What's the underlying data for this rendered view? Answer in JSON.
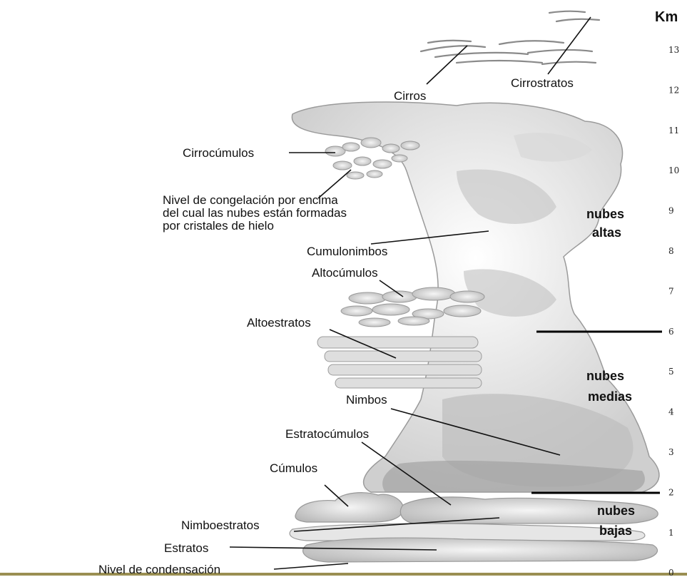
{
  "axis": {
    "unit": "Km",
    "ticks": [
      "13",
      "12",
      "11",
      "10",
      "9",
      "8",
      "7",
      "6",
      "5",
      "4",
      "3",
      "2",
      "1",
      "0"
    ]
  },
  "labels": {
    "cirros": "Cirros",
    "cirrostratos": "Cirrostratos",
    "cirrocumulos": "Cirrocúmulos",
    "congelacion": [
      "Nivel de congelación por encima",
      "del cual las nubes están formadas",
      "por cristales de hielo"
    ],
    "cumulonimbos": "Cumulonimbos",
    "altocumulos": "Altocúmulos",
    "altoestratos": "Altoestratos",
    "nimbos": "Nimbos",
    "estratocumulos": "Estratocúmulos",
    "cumulos": "Cúmulos",
    "nimboestratos": "Nimboestratos",
    "estratos": "Estratos",
    "condensacion": "Nivel de condensación"
  },
  "zones": {
    "altas": [
      "nubes",
      "altas"
    ],
    "medias": [
      "nubes",
      "medias"
    ],
    "bajas": [
      "nubes",
      "bajas"
    ]
  },
  "colors": {
    "cloud_light": "#f2f2f2",
    "cloud_mid": "#d4d4d4",
    "cloud_dark": "#a9a9a9",
    "ground": "#9a8f52"
  }
}
